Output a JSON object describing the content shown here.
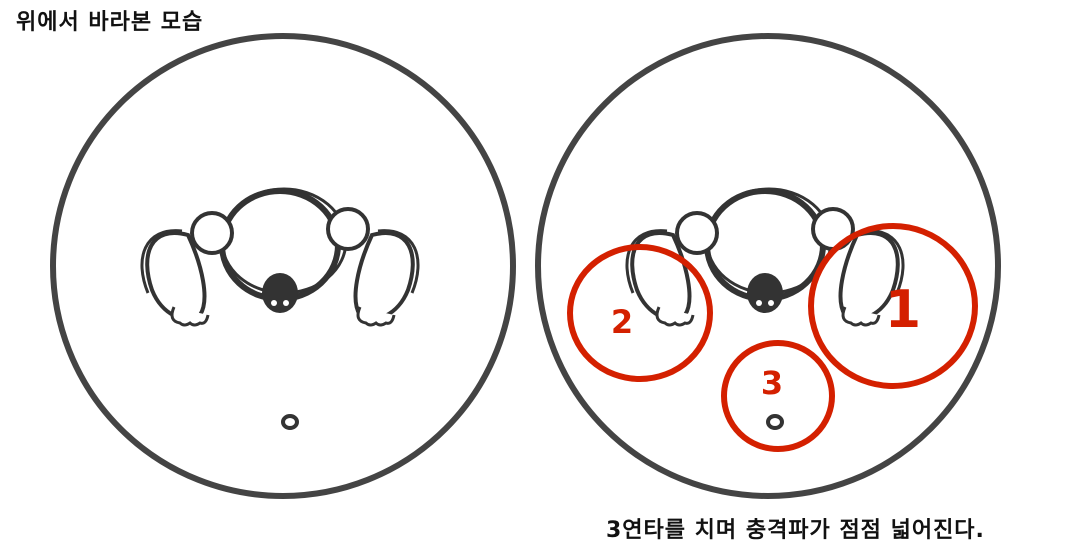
{
  "title": "위에서 바라본 모습",
  "caption": "3연타를 치며 충격파가 점점 넓어진다.",
  "colors": {
    "outline": "#444444",
    "figure": "#333333",
    "accent": "#d42000"
  },
  "markers": [
    {
      "label": "1"
    },
    {
      "label": "2"
    },
    {
      "label": "3"
    }
  ]
}
